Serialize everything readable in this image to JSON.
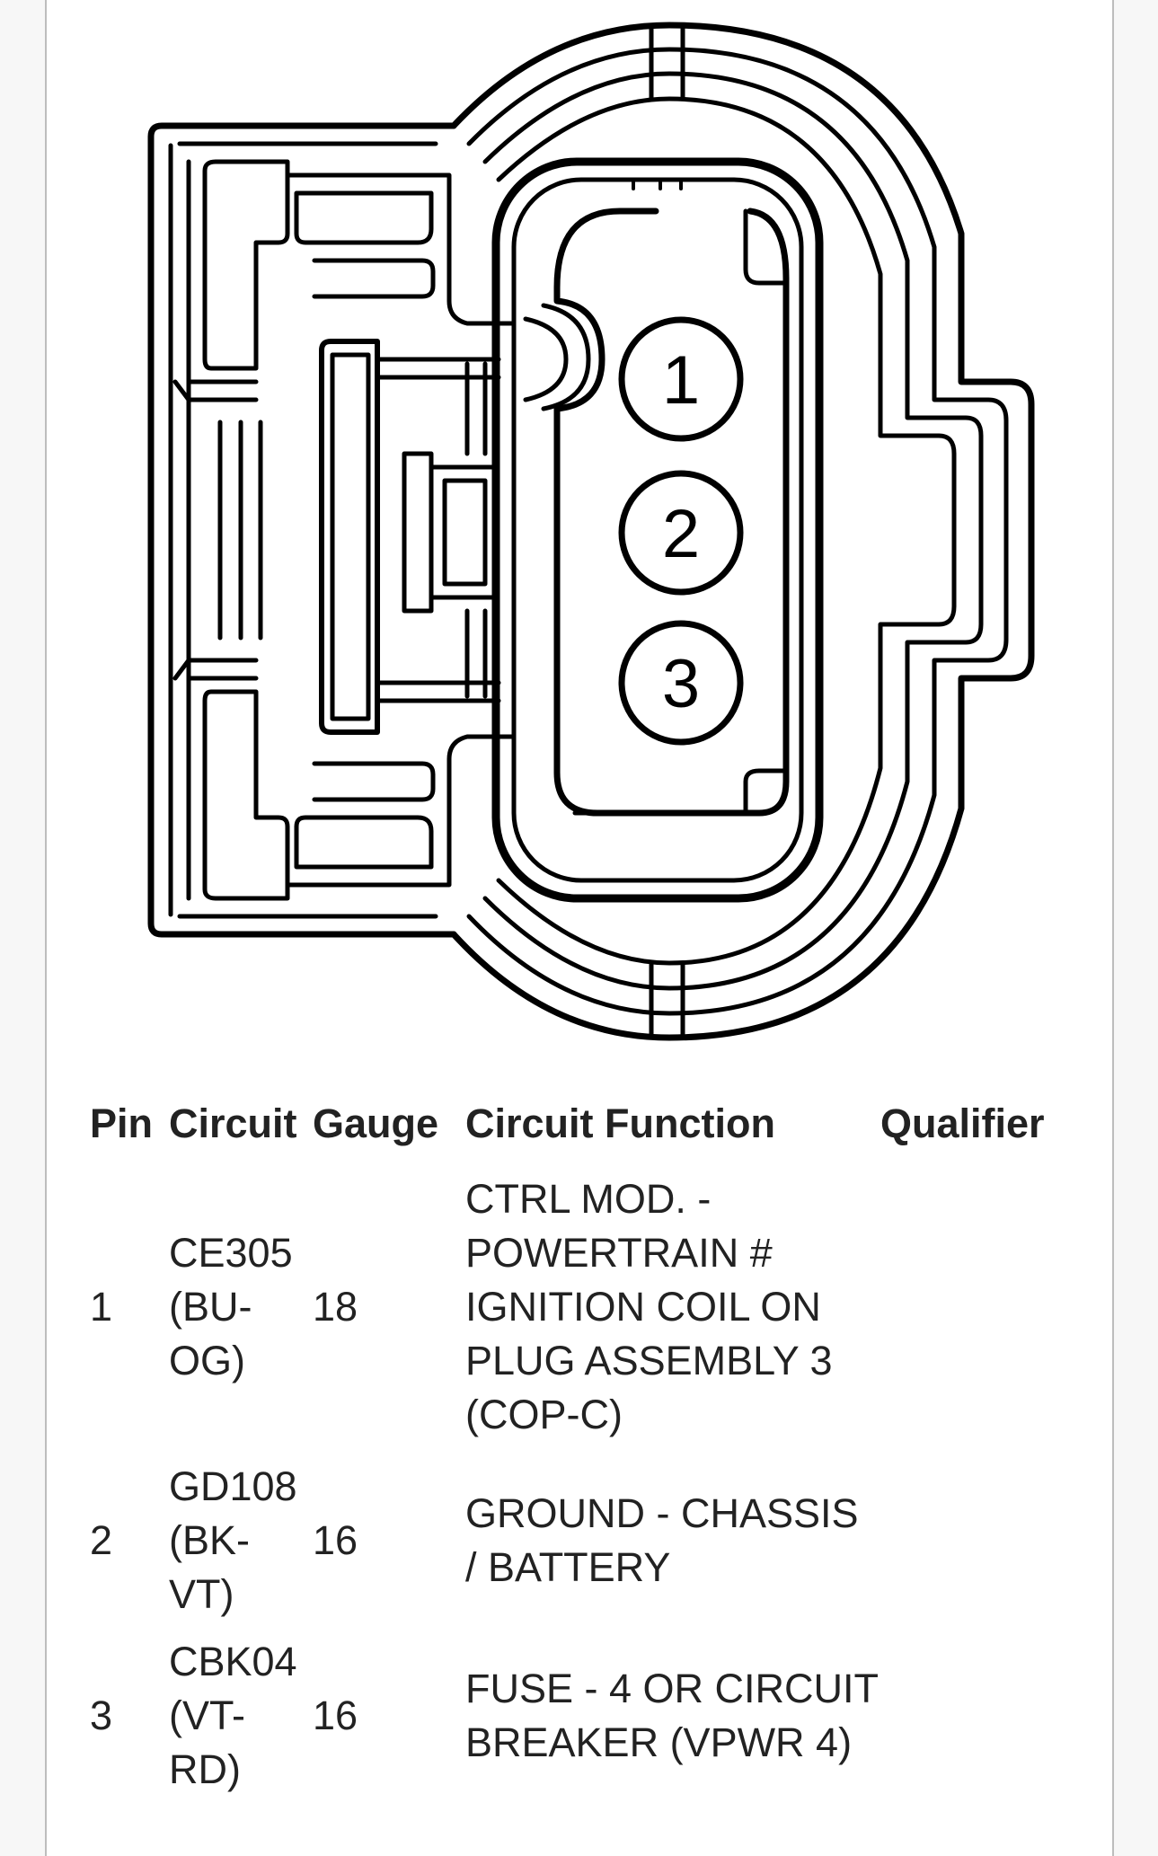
{
  "diagram": {
    "pins": [
      "1",
      "2",
      "3"
    ]
  },
  "table": {
    "headers": {
      "pin": "Pin",
      "circuit": "Circuit",
      "gauge": "Gauge",
      "function": "Circuit Function",
      "qualifier": "Qualifier"
    },
    "rows": [
      {
        "pin": "1",
        "circuit": "CE305 (BU-OG)",
        "gauge": "18",
        "function": "CTRL MOD. - POWERTRAIN # IGNITION COIL ON PLUG ASSEMBLY 3 (COP-C)",
        "qualifier": ""
      },
      {
        "pin": "2",
        "circuit": "GD108 (BK-VT)",
        "gauge": "16",
        "function": "GROUND - CHASSIS / BATTERY",
        "qualifier": ""
      },
      {
        "pin": "3",
        "circuit": "CBK04 (VT-RD)",
        "gauge": "16",
        "function": "FUSE - 4 OR CIRCUIT BREAKER (VPWR 4)",
        "qualifier": ""
      }
    ]
  }
}
